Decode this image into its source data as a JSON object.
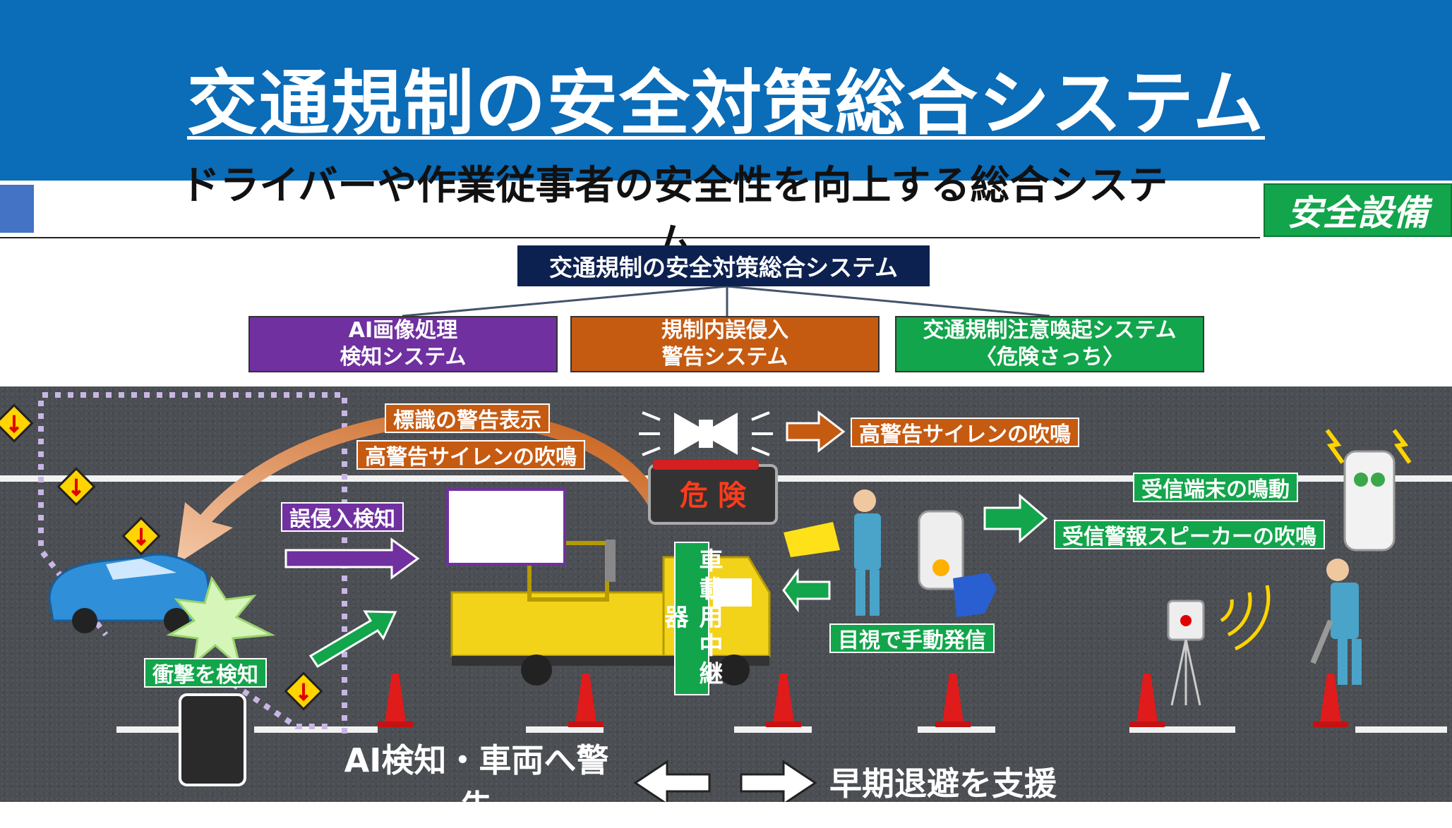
{
  "header": {
    "title": "交通規制の安全対策総合システム",
    "subtitle": "ドライバーや作業従事者の安全性を向上する総合システム",
    "category_badge": "安全設備",
    "bg_color": "#0b6cb8"
  },
  "hierarchy": {
    "root": "交通規制の安全対策総合システム",
    "systems": [
      {
        "line1": "AI画像処理",
        "line2": "検知システム",
        "color": "#7030a0"
      },
      {
        "line1": "規制内誤侵入",
        "line2": "警告システム",
        "color": "#c55a11"
      },
      {
        "line1": "交通規制注意喚起システム",
        "line2": "〈危険さっち〉",
        "color": "#12a54b"
      }
    ]
  },
  "scene": {
    "labels": {
      "sign_warning": "標識の警告表示",
      "siren_left": "高警告サイレンの吹鳴",
      "siren_right": "高警告サイレンの吹鳴",
      "intrusion_detect": "誤侵入検知",
      "impact_detect": "衝撃を検知",
      "relay": "車載用中継器",
      "manual_send": "目視で手動発信",
      "receiver_ring": "受信端末の鳴動",
      "speaker_siren": "受信警報スピーカーの吹鳴",
      "board_text": "危 険"
    },
    "bottom": {
      "left": "AI検知・車両へ警告",
      "right": "早期退避を支援"
    }
  }
}
